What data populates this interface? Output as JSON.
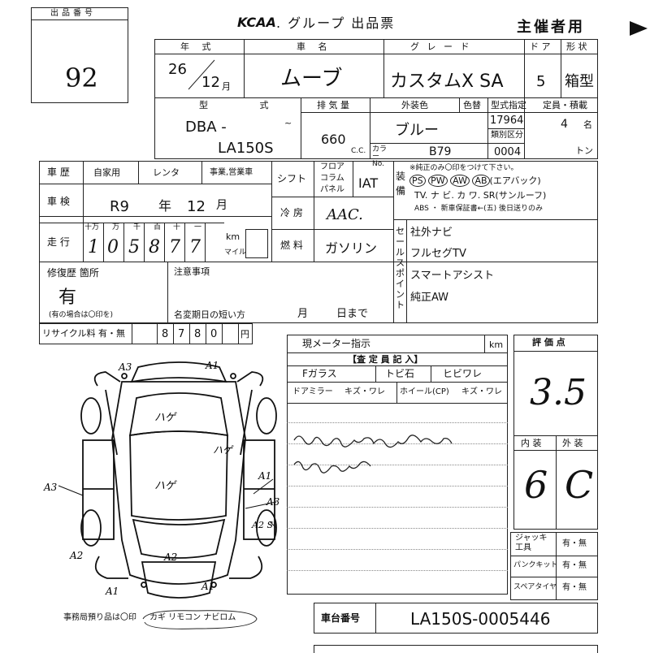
{
  "lot": {
    "label": "出品番号",
    "value": "92"
  },
  "header": {
    "logo": "KCAA",
    "title": ". グループ 出品票",
    "organizer": "主催者用"
  },
  "vehicle_top": {
    "year_label": "年 式",
    "year_era": "26",
    "year_month": "12",
    "month_unit": "月",
    "name_label": "車 名",
    "name": "ムーブ",
    "grade_label": "グ レ ー ド",
    "grade": "カスタムX SA",
    "doors_label": "ド ア",
    "doors": "5",
    "shape_label": "形 状",
    "shape": "箱型"
  },
  "vehicle_mid": {
    "model_label": "型 式",
    "model_prefix": "DBA -",
    "model": "LA150S",
    "disp_label": "排 気 量",
    "disp": "660",
    "cc": "C.C.",
    "color_label": "外装色",
    "color": "ブルー",
    "color_code_label": "カラー No.",
    "color_code": "B79",
    "colorchange_label": "色替",
    "typecert_label": "型式指定",
    "typecert": "17964",
    "class_label": "類別区分",
    "class": "0004",
    "capacity_label": "定員・積載",
    "capacity": "4",
    "capacity_unit": "名",
    "load_unit": "トン"
  },
  "history": {
    "label": "車 歴",
    "opt1": "自家用",
    "opt2": "レンタ",
    "opt3": "事業,営業車",
    "inspection_label": "車 検",
    "insp_era": "R9",
    "insp_year_unit": "年",
    "insp_month": "12",
    "insp_month_unit": "月",
    "mileage_label": "走 行",
    "digit_labels": [
      "十万",
      "万",
      "千",
      "百",
      "十",
      "一"
    ],
    "mileage_digits": [
      "1",
      "0",
      "5",
      "8",
      "7",
      "7"
    ],
    "km": "km",
    "mile": "マイル"
  },
  "shift": {
    "label": "シフト",
    "opt1": "フロア",
    "opt2": "コラム",
    "opt3": "パネル",
    "value": "IAT",
    "ac_label": "冷 房",
    "ac": "AAC.",
    "fuel_label": "燃 料",
    "fuel": "ガソリン"
  },
  "equipment": {
    "label": "装備",
    "note": "※純正のみ〇印をつけて下さい。",
    "ps": "PS",
    "pw": "PW",
    "aw": "AW",
    "ab": "AB",
    "ab_note": "(エアバック)",
    "row2": "TV. ナ ビ. カ ワ. SR(サンルーフ)",
    "row3": "ABS ・ 新車保証書←(五) 後日送りのみ"
  },
  "sales_points": {
    "label": "セールスポイント",
    "items": [
      "社外ナビ",
      "フルセグTV",
      "スマートアシスト",
      "純正AW"
    ]
  },
  "repair": {
    "label": "修復歴 箇所",
    "value": "有",
    "note": "(有の場合は〇印を)"
  },
  "notes": {
    "label": "注意事項",
    "name_change": "名変期日の短い方",
    "month": "月",
    "day": "日まで"
  },
  "recycle": {
    "label": "リサイクル料 有・無",
    "digits": [
      "8",
      "7",
      "8",
      "0"
    ],
    "unit": "円"
  },
  "meter": {
    "label": "現メーター指示",
    "unit": "km"
  },
  "inspector": {
    "title": "【査 定 員 記 入】",
    "glass": "Fガラス",
    "glass_opt1": "トビ石",
    "glass_opt2": "ヒビワレ",
    "mirror": "ドアミラー",
    "mirror_opt": "キズ・ワレ",
    "wheel": "ホイール(CP)",
    "wheel_opt": "キズ・ワレ"
  },
  "diagram": {
    "marks": [
      "A3",
      "A1",
      "ハゲ",
      "ハゲ",
      "ハゲ",
      "A1",
      "A3",
      "A2 S",
      "A3",
      "A2",
      "A2",
      "A1",
      "A1"
    ]
  },
  "grade_box": {
    "label": "評 価 点",
    "score": "3.5",
    "interior_label": "内 装",
    "exterior_label": "外 装",
    "interior": "6",
    "exterior": "C"
  },
  "tools": {
    "jack": "ジャッキ 工具",
    "puncture": "パンクキット",
    "spare": "スペアタイヤ",
    "opt": "有・無"
  },
  "keys": {
    "label": "事務局預り品は〇印",
    "items": "カギ リモコン ナビロム"
  },
  "chassis": {
    "label": "車台番号",
    "value": "LA150S-0005446"
  }
}
